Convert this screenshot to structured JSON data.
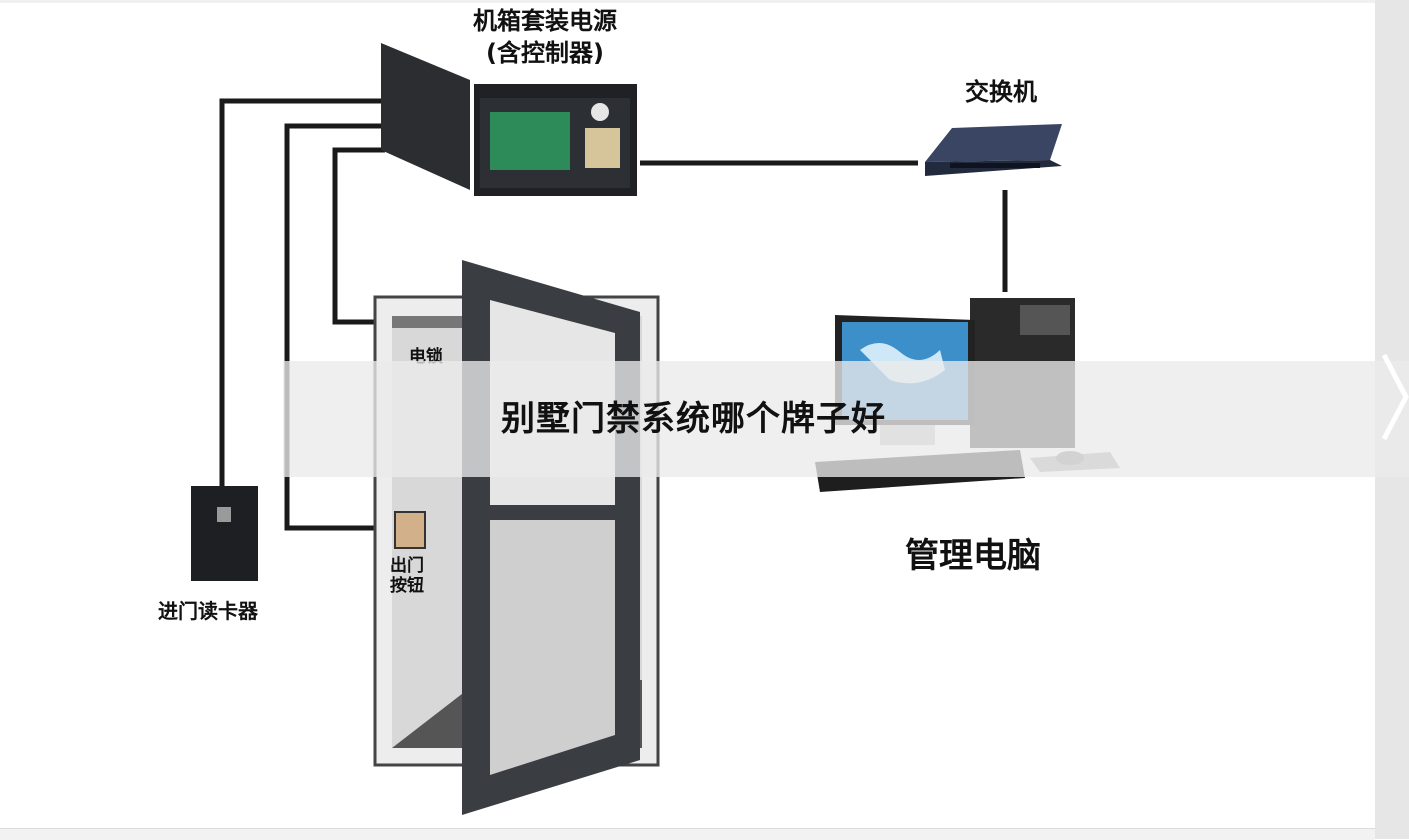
{
  "diagram": {
    "control_box_label_line1": "机箱套装电源",
    "control_box_label_line2": "(含控制器)",
    "switch_label": "交换机",
    "pc_label": "管理电脑",
    "card_reader_label": "进门读卡器",
    "lock_label": "电锁",
    "exit_button_label_line1": "出门",
    "exit_button_label_line2": "按钮"
  },
  "banner": {
    "title": "别墅门禁系统哪个牌子好"
  },
  "icons": {
    "next": "chevron-right-icon"
  },
  "colors": {
    "wire": "#1a1a1a",
    "banner_bg": "#ebebeb",
    "rail": "#e6e6e6"
  }
}
